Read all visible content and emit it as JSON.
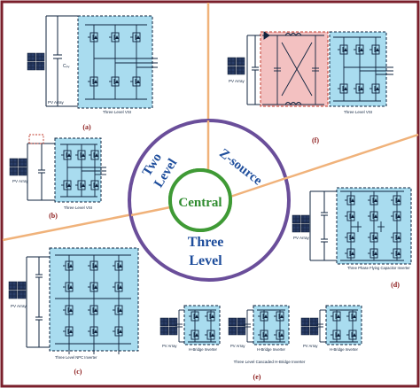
{
  "center": {
    "central": "Central",
    "two_level_line1": "Two",
    "two_level_line2": "Level",
    "zsource": "Z-source",
    "three_level_line1": "Three",
    "three_level_line2": "Level"
  },
  "panels": {
    "a": {
      "letter": "(a)",
      "pv_label": "PV Array",
      "inverter_label": "Three Level VSI",
      "cap_label": "Cₚᵥ"
    },
    "b": {
      "letter": "(b)",
      "pv_label": "PV Array",
      "inverter_label": "Three Level VSI"
    },
    "c": {
      "letter": "(c)",
      "pv_label": "PV Array",
      "inverter_label": "Three Level NPC Inverter"
    },
    "d": {
      "letter": "(d)",
      "pv_label": "PV Array",
      "inverter_label": "Three Phase Flying Capacitor Inverter"
    },
    "e": {
      "letter": "(e)",
      "pv_label": "PV Array",
      "bridge_label": "H-Bridge Inverter",
      "inverter_label": "Three Level Cascaded H-Bridge Inverter"
    },
    "f": {
      "letter": "(f)",
      "pv_label": "PV Array",
      "inverter_label": "Three Level VSI"
    }
  },
  "colors": {
    "frame": "#7a1f2b",
    "circle_outer": "#6a4e9a",
    "circle_inner": "#3f9a35",
    "divider": "#f0b27a",
    "label_blue": "#1f4e9c",
    "label_green": "#2e8b2e",
    "inverter_fill": "#a9dcef",
    "zsource_fill": "#f3c1c1",
    "panel_letter": "#8b1a1a"
  }
}
